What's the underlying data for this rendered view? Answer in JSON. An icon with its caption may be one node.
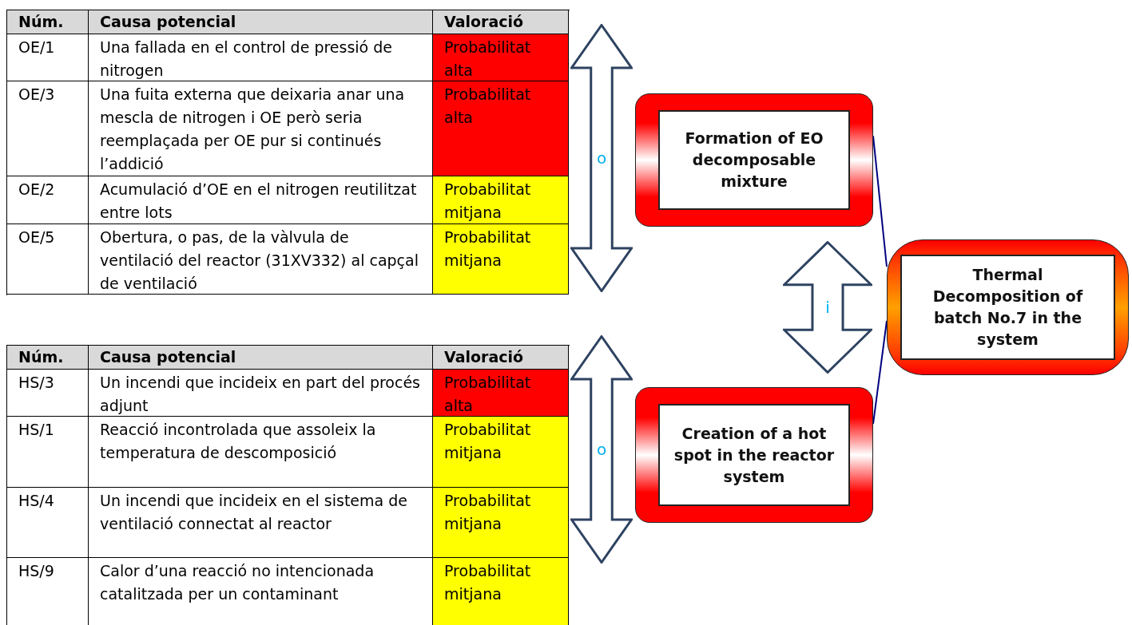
{
  "diagram": {
    "nodes": [
      {
        "text": [
          "o"
        ]
      },
      {
        "text": [
          "Formation of EO decomposable mixture"
        ]
      },
      {
        "text": [
          "i"
        ]
      },
      {
        "text": [
          "Thermal Decomposition of batch No.7 in the system"
        ]
      },
      {
        "text": [
          "o"
        ]
      },
      {
        "text": [
          "Creation of a hot spot in the reactor system"
        ]
      }
    ],
    "edges": [
      {
        "from": 1,
        "to": 3,
        "arrow": "none"
      },
      {
        "from": 5,
        "to": 3,
        "arrow": "none"
      }
    ],
    "labels": [
      "Núm.",
      "Causa potencial",
      "Valoració",
      "OE/1",
      "Una fallada en el control de pressió de nitrogen",
      "Probabilitat alta",
      "OE/3",
      "Una fuita externa que deixaria anar una mescla de nitrogen i OE però seria reemplaçada per OE pur si continués l’addició",
      "Probabilitat alta",
      "OE/2",
      "Acumulació d’OE en el nitrogen reutilitzat entre lots",
      "Probabilitat mitjana",
      "OE/5",
      "Obertura, o pas, de la vàlvula de ventilació del reactor (31XV332) al capçal de ventilació",
      "Probabilitat mitjana",
      "Núm.",
      "Causa potencial",
      "Valoració",
      "HS/3",
      "Un incendi que incideix en part del procés adjunt",
      "Probabilitat alta",
      "HS/1",
      "Reacció incontrolada que assoleix la temperatura de descomposició",
      "Probabilitat mitjana",
      "HS/4",
      "Un incendi que incideix en el sistema de ventilació connectat al reactor",
      "Probabilitat mitjana",
      "HS/9",
      "Calor d’una reacció no intencionada catalitzada per un contaminant",
      "Probabilitat mitjana"
    ]
  }
}
